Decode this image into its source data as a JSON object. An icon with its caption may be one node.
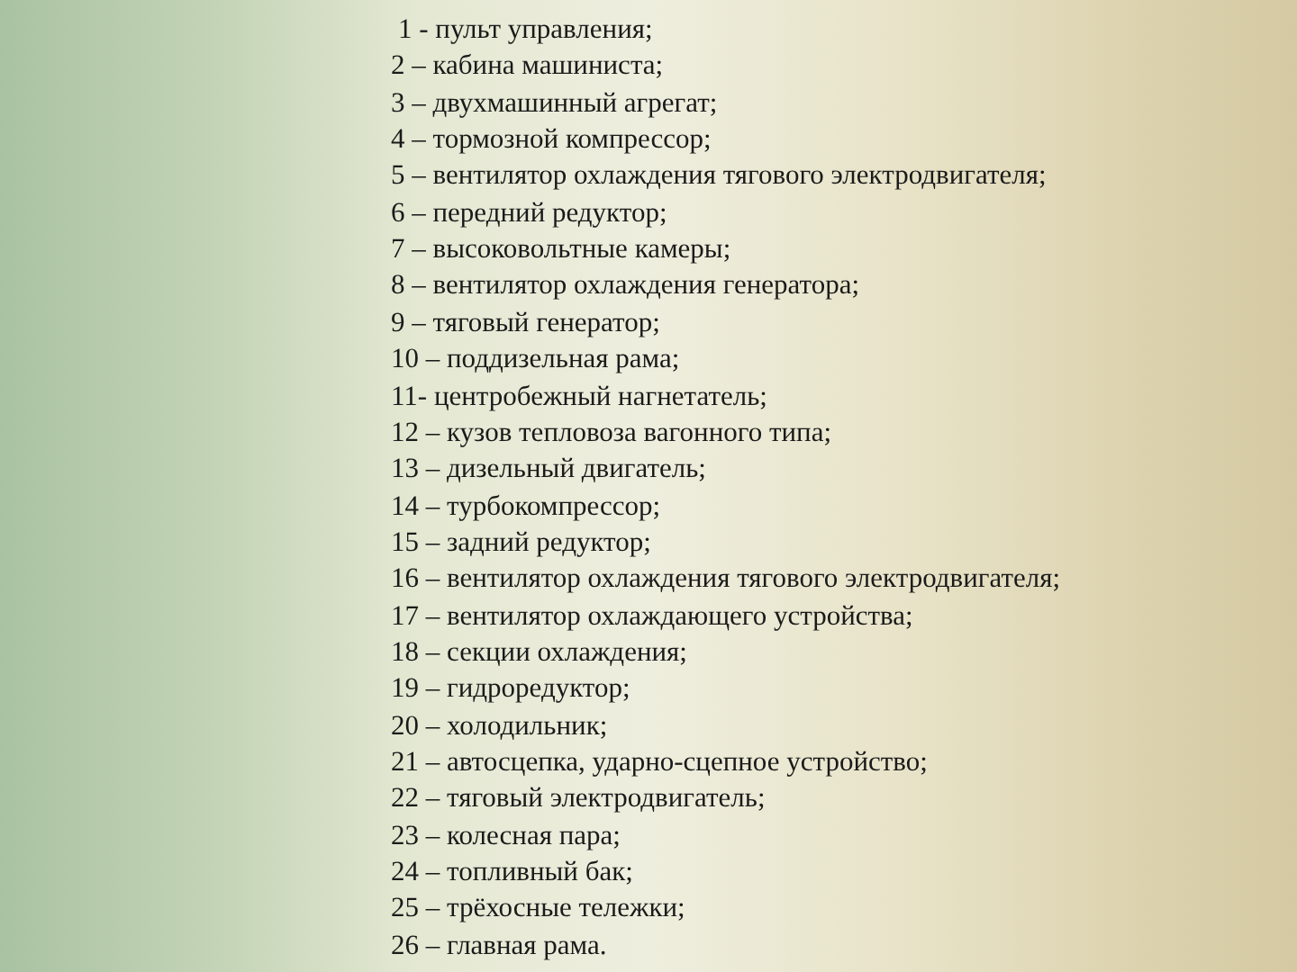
{
  "diagram": {
    "labels": [
      "1 - пульт управления;",
      "2 – кабина машиниста;",
      "3 – двухмашинный агрегат;",
      "4 – тормозной компрессор;",
      "5 – вентилятор охлаждения тягового электродвигателя;",
      "6 – передний редуктор;",
      "7 – высоковольтные камеры;",
      "8 – вентилятор охлаждения генератора;",
      "9 – тяговый генератор;",
      "10 – поддизельная рама;",
      "11- центробежный нагнетатель;",
      "12 – кузов тепловоза вагонного типа;",
      "13 – дизельный двигатель;",
      "14 – турбокомпрессор;",
      "15 – задний редуктор;",
      "16 – вентилятор охлаждения тягового электродвигателя;",
      "17 – вентилятор охлаждающего устройства;",
      "18 – секции охлаждения;",
      "19 – гидроредуктор;",
      "20 – холодильник;",
      "21 – автосцепка, ударно-сцепное устройство;",
      "22 – тяговый электродвигатель;",
      "23 – колесная пара;",
      "24 – топливный бак;",
      "25 – трёхосные тележки;",
      "26 – главная рама."
    ]
  }
}
